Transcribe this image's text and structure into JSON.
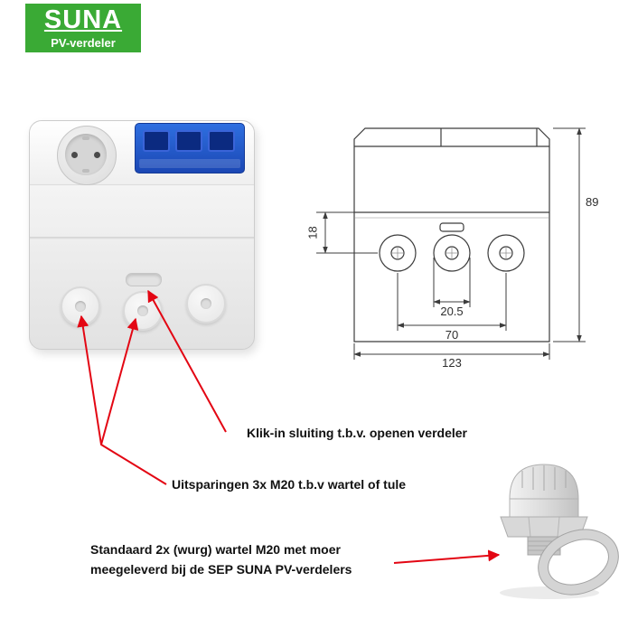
{
  "header": {
    "brand": "SUNA",
    "subtitle": "PV-verdeler"
  },
  "drawing": {
    "dim_height": "89",
    "dim_seam_to_holes": "18",
    "dim_hole_diameter": "20.5",
    "dim_hole_centers": "70",
    "dim_width": "123"
  },
  "annotations": {
    "klik_in": "Klik-in sluiting t.b.v. openen verdeler",
    "uitsparingen": "Uitsparingen 3x M20 t.b.v wartel of tule",
    "standaard_line1": "Standaard 2x (wurg) wartel M20 met moer",
    "standaard_line2": "meegeleverd bij de SEP SUNA PV-verdelers"
  },
  "colors": {
    "header_green": "#3aaa35",
    "annotation_red": "#e30613",
    "terminal_blue": "#1b47b4"
  }
}
